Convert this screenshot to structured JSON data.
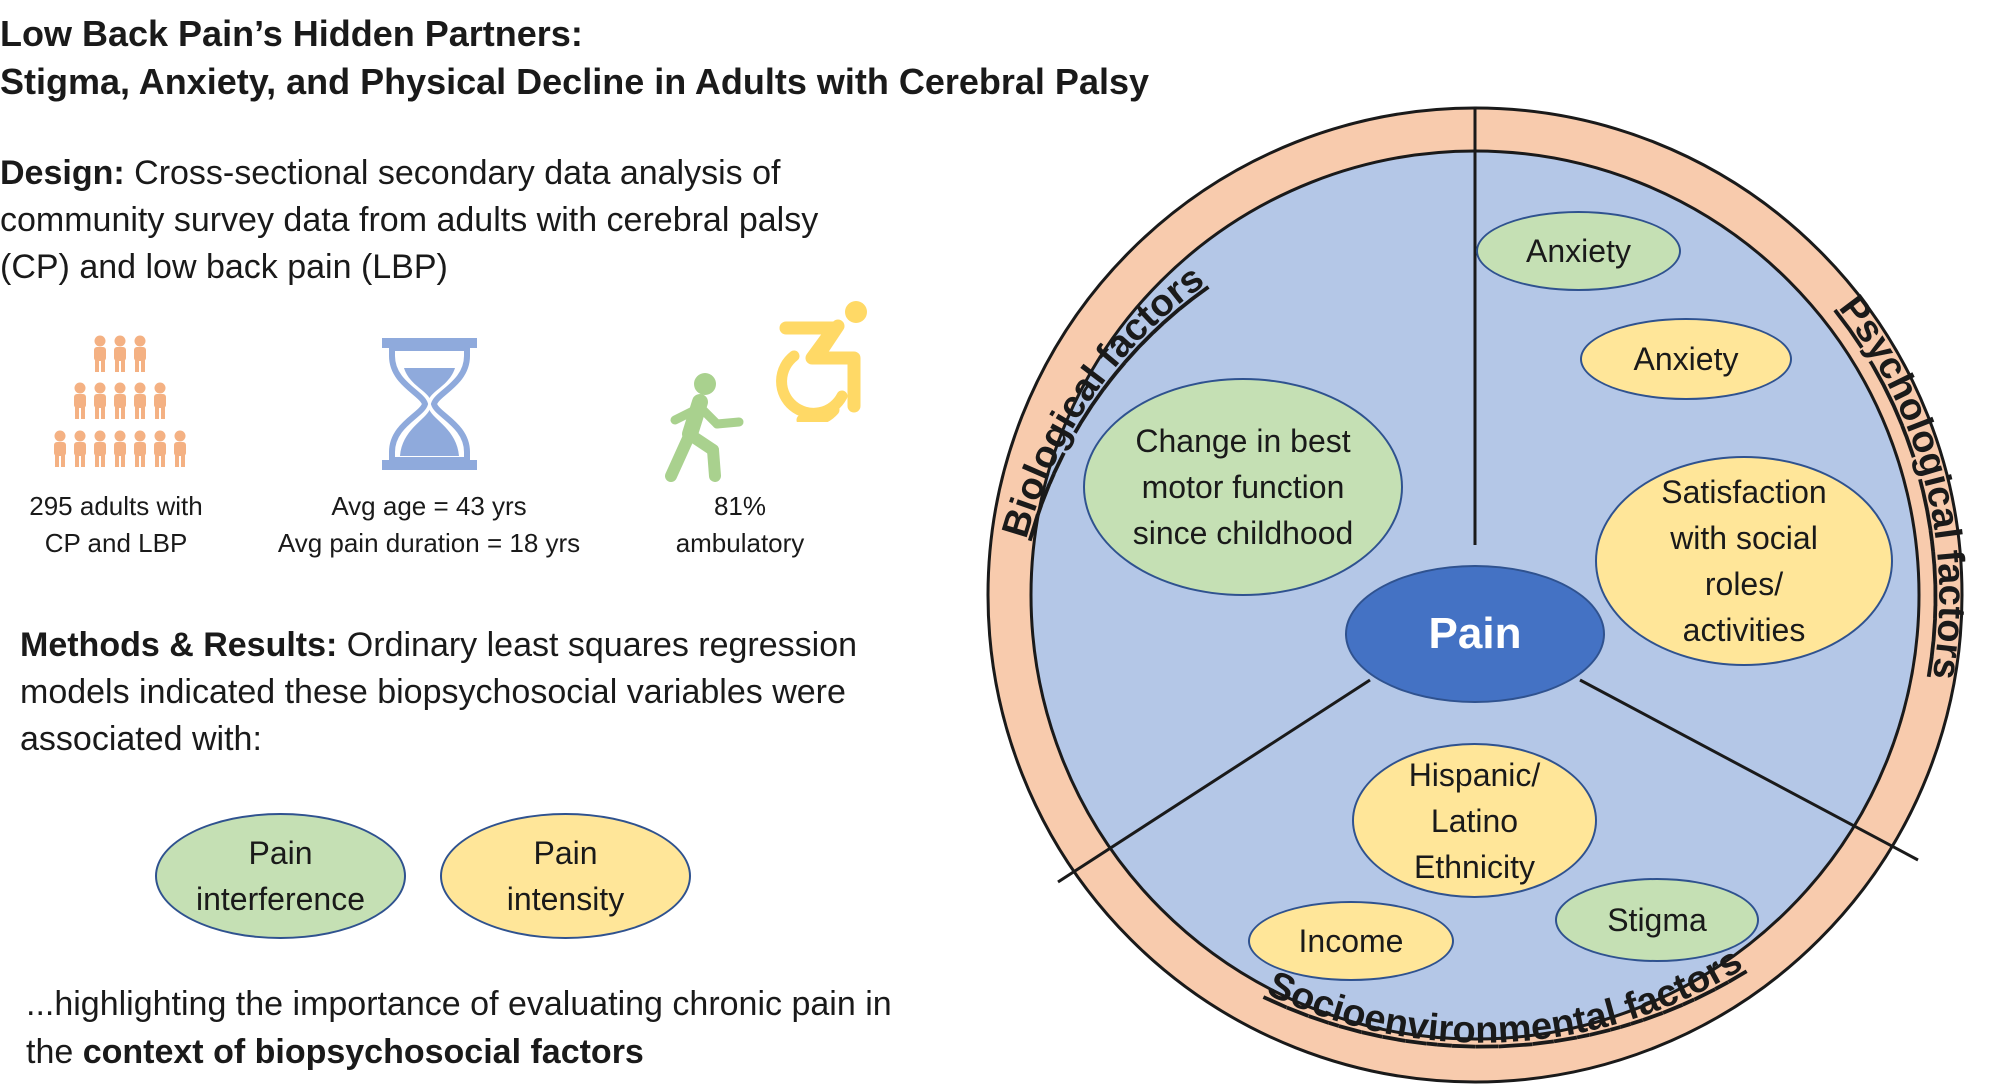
{
  "title": {
    "line1": "Low Back Pain’s Hidden Partners:",
    "line2": "Stigma, Anxiety, and Physical Decline in Adults with Cerebral Palsy"
  },
  "design": {
    "label": "Design:",
    "text": " Cross-sectional secondary data analysis of community survey data from adults with cerebral palsy (CP) and low back pain (LBP)"
  },
  "stats": {
    "adults": {
      "icon": "people-group-icon",
      "line1": "295 adults with",
      "line2": "CP and LBP"
    },
    "age": {
      "icon": "hourglass-icon",
      "line1": "Avg age = 43 yrs",
      "line2": "Avg pain duration = 18 yrs"
    },
    "ambulatory": {
      "icons": [
        "walking-person-icon",
        "wheelchair-icon"
      ],
      "line1": "81%",
      "line2": "ambulatory"
    }
  },
  "methods": {
    "label": "Methods & Results:",
    "text": " Ordinary least squares regression models indicated these biopsychosocial variables were associated with:"
  },
  "outcomes": {
    "interference": {
      "line1": "Pain",
      "line2": "interference"
    },
    "intensity": {
      "line1": "Pain",
      "line2": "intensity"
    }
  },
  "conclusion": {
    "text": "...highlighting the importance of evaluating chronic pain in the ",
    "bold": "context of biopsychosocial factors"
  },
  "diagram": {
    "center": "Pain",
    "sections": {
      "biological": "Biological factors",
      "psychological": "Psychological factors",
      "socio": "Socioenvironmental factors"
    },
    "factors": {
      "anxiety_green": "Anxiety",
      "anxiety_yellow": "Anxiety",
      "motor": {
        "line1": "Change in best",
        "line2": "motor function",
        "line3": "since childhood"
      },
      "satisfaction": {
        "line1": "Satisfaction",
        "line2": "with social",
        "line3": "roles/",
        "line4": "activities"
      },
      "hispanic": {
        "line1": "Hispanic/",
        "line2": "Latino",
        "line3": "Ethnicity"
      },
      "income": "Income",
      "stigma": "Stigma"
    }
  },
  "colors": {
    "green": "#c5e0b4",
    "yellow": "#ffe699",
    "ring": "#f8cbad",
    "inner": "#b4c7e7",
    "center": "#4472c4",
    "people": "#f4b183",
    "hourglass": "#8faadc"
  }
}
